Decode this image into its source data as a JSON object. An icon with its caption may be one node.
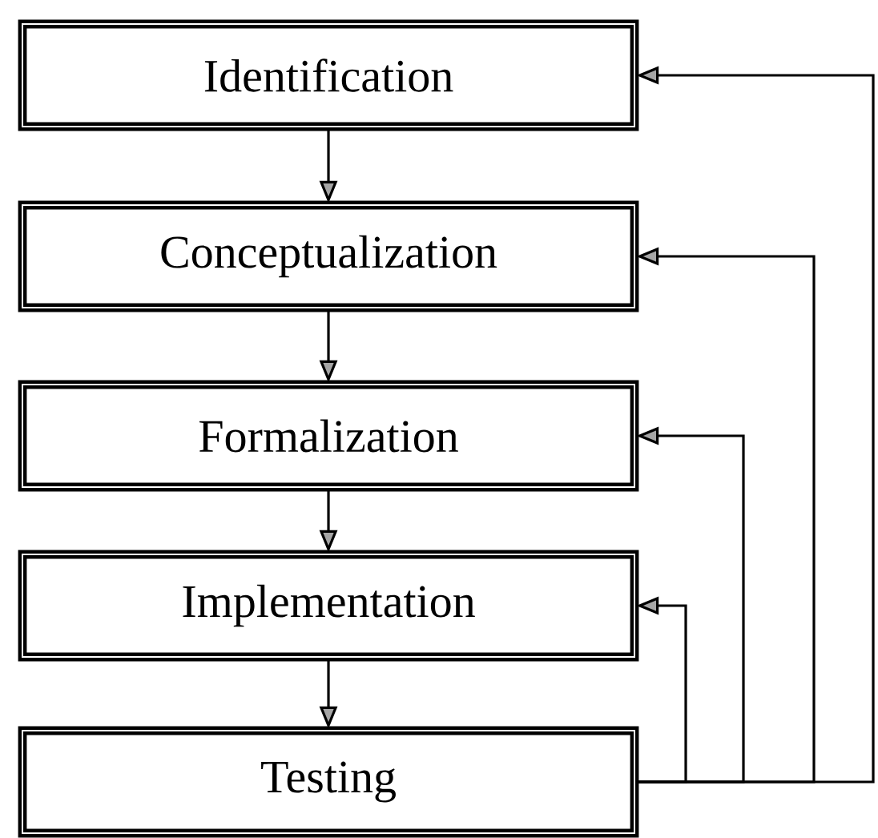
{
  "diagram": {
    "nodes": [
      {
        "text": [
          "Identification"
        ]
      },
      {
        "text": [
          "Conceptualization"
        ]
      },
      {
        "text": [
          "Formalization"
        ]
      },
      {
        "text": [
          "Implementation"
        ]
      },
      {
        "text": [
          "Testing"
        ]
      }
    ],
    "edges": [
      {
        "from": 0,
        "to": 1,
        "arrow": "to"
      },
      {
        "from": 1,
        "to": 2,
        "arrow": "to"
      },
      {
        "from": 2,
        "to": 3,
        "arrow": "to"
      },
      {
        "from": 3,
        "to": 4,
        "arrow": "to"
      },
      {
        "from": 4,
        "to": 3,
        "arrow": "to"
      },
      {
        "from": 4,
        "to": 2,
        "arrow": "to"
      },
      {
        "from": 4,
        "to": 1,
        "arrow": "to"
      },
      {
        "from": 4,
        "to": 0,
        "arrow": "to"
      }
    ]
  }
}
